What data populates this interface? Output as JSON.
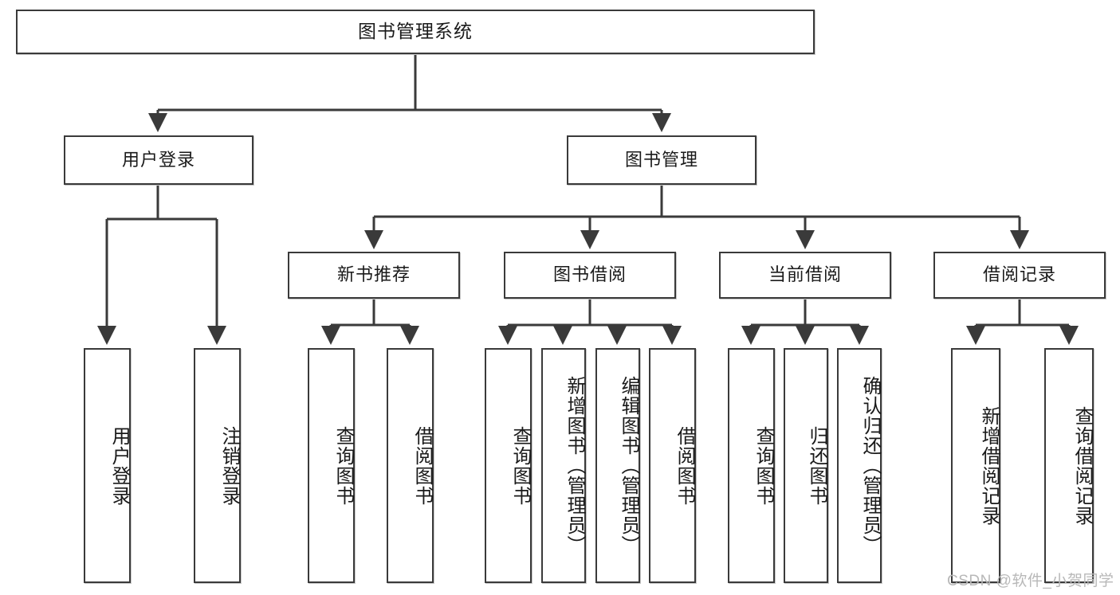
{
  "diagram": {
    "title": "图书管理系统",
    "watermark": "CSDN @软件_小贺同学",
    "colors": {
      "box_border": "#3a3a3a",
      "box_fill": "#ffffff",
      "connector": "#3a3a3a",
      "text": "#1a1a1a",
      "watermark": "#b8b8b8"
    },
    "root": {
      "label": "图书管理系统",
      "id": "root"
    },
    "level2": [
      {
        "id": "user-login",
        "label": "用户登录"
      },
      {
        "id": "book-manage",
        "label": "图书管理"
      }
    ],
    "level3": [
      {
        "id": "new-book-recommend",
        "label": "新书推荐",
        "parent": "book-manage"
      },
      {
        "id": "book-borrow",
        "label": "图书借阅",
        "parent": "book-manage"
      },
      {
        "id": "current-borrow",
        "label": "当前借阅",
        "parent": "book-manage"
      },
      {
        "id": "borrow-record",
        "label": "借阅记录",
        "parent": "book-manage"
      }
    ],
    "leaves": {
      "user_login": [
        {
          "id": "leaf-user-login",
          "label": "用户登录"
        },
        {
          "id": "leaf-logout-login",
          "label": "注销登录"
        }
      ],
      "new_book_recommend": [
        {
          "id": "leaf-query-book-1",
          "label": "查询图书"
        },
        {
          "id": "leaf-borrow-book-1",
          "label": "借阅图书"
        }
      ],
      "book_borrow": [
        {
          "id": "leaf-query-book-2",
          "label": "查询图书"
        },
        {
          "id": "leaf-add-book",
          "label": "新增图书（管理员）"
        },
        {
          "id": "leaf-edit-book",
          "label": "编辑图书（管理员）"
        },
        {
          "id": "leaf-borrow-book-2",
          "label": "借阅图书"
        }
      ],
      "current_borrow": [
        {
          "id": "leaf-query-book-3",
          "label": "查询图书"
        },
        {
          "id": "leaf-return-book",
          "label": "归还图书"
        },
        {
          "id": "leaf-confirm-return",
          "label": "确认归还（管理员）"
        }
      ],
      "borrow_record": [
        {
          "id": "leaf-add-borrow-record",
          "label": "新增借阅记录"
        },
        {
          "id": "leaf-query-borrow-record",
          "label": "查询借阅记录"
        }
      ]
    }
  }
}
